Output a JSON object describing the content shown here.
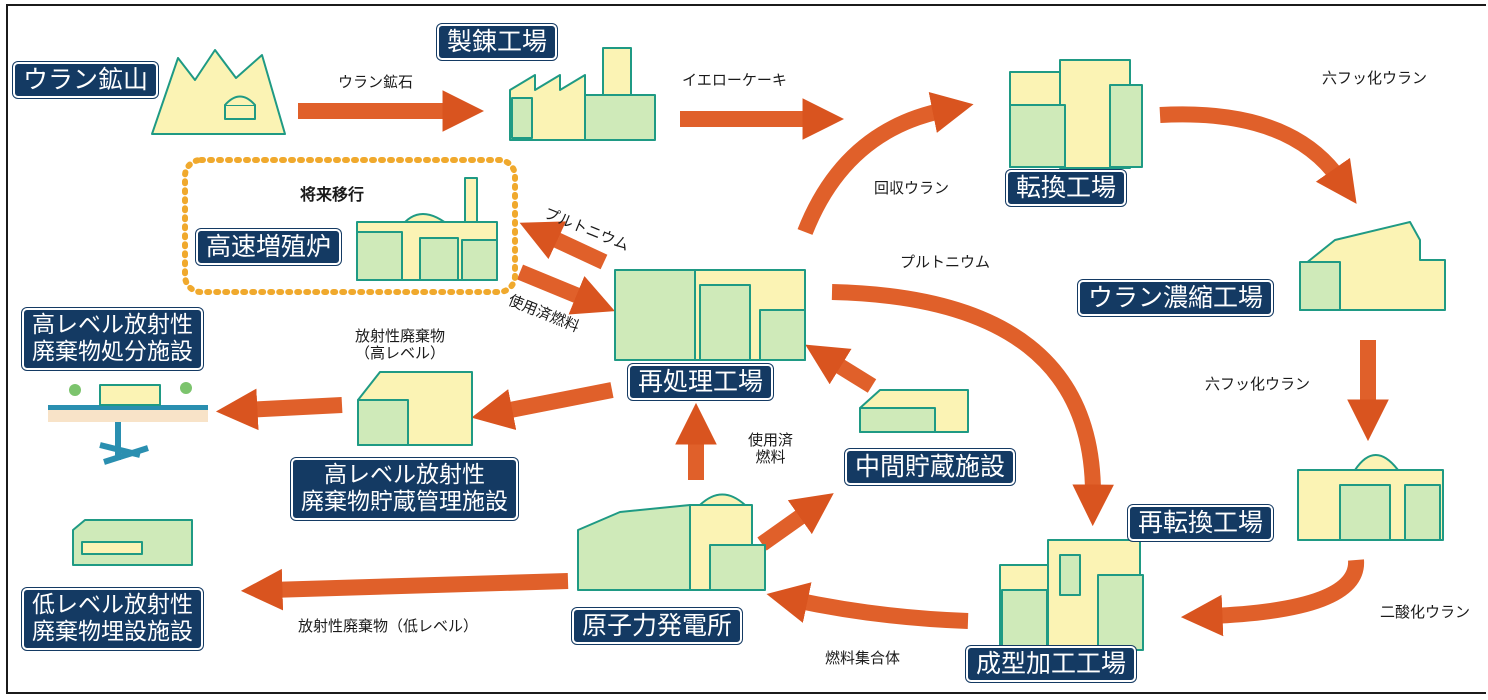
{
  "colors": {
    "label_bg": "#143a63",
    "arrow": "#e0602a",
    "building_fill": "#fbf3b4",
    "building_side": "#cfeab9",
    "building_stroke": "#1f9a84",
    "dotted_frame": "#f0a92d"
  },
  "facilities": {
    "uranium_mine": "ウラン鉱山",
    "refinery": "製錬工場",
    "conversion": "転換工場",
    "enrichment": "ウラン濃縮工場",
    "reconversion": "再転換工場",
    "fabrication": "成型加工工場",
    "power_plant": "原子力発電所",
    "reprocessing": "再処理工場",
    "fast_breeder": "高速増殖炉",
    "interim_storage": "中間貯蔵施設",
    "hlw_storage": [
      "高レベル放射性",
      "廃棄物貯蔵管理施設"
    ],
    "hlw_disposal": [
      "高レベル放射性",
      "廃棄物処分施設"
    ],
    "llw_disposal": [
      "低レベル放射性",
      "廃棄物埋設施設"
    ]
  },
  "flows": {
    "uranium_ore": "ウラン鉱石",
    "yellowcake": "イエローケーキ",
    "uf6_top": "六フッ化ウラン",
    "uf6_right": "六フッ化ウラン",
    "uo2": "二酸化ウラン",
    "fuel_assembly": "燃料集合体",
    "lowlevel_waste": "放射性廃棄物（低レベル）",
    "recovered_uranium": "回収ウラン",
    "plutonium_to_fbr": "プルトニウム",
    "plutonium_to_fab": "プルトニウム",
    "spent_fuel_from_fbr": "使用済燃料",
    "spent_fuel_from_npp": [
      "使用済",
      "燃料"
    ],
    "highlevel_waste": [
      "放射性廃棄物",
      "（高レベル）"
    ],
    "future_transition": "将来移行"
  }
}
